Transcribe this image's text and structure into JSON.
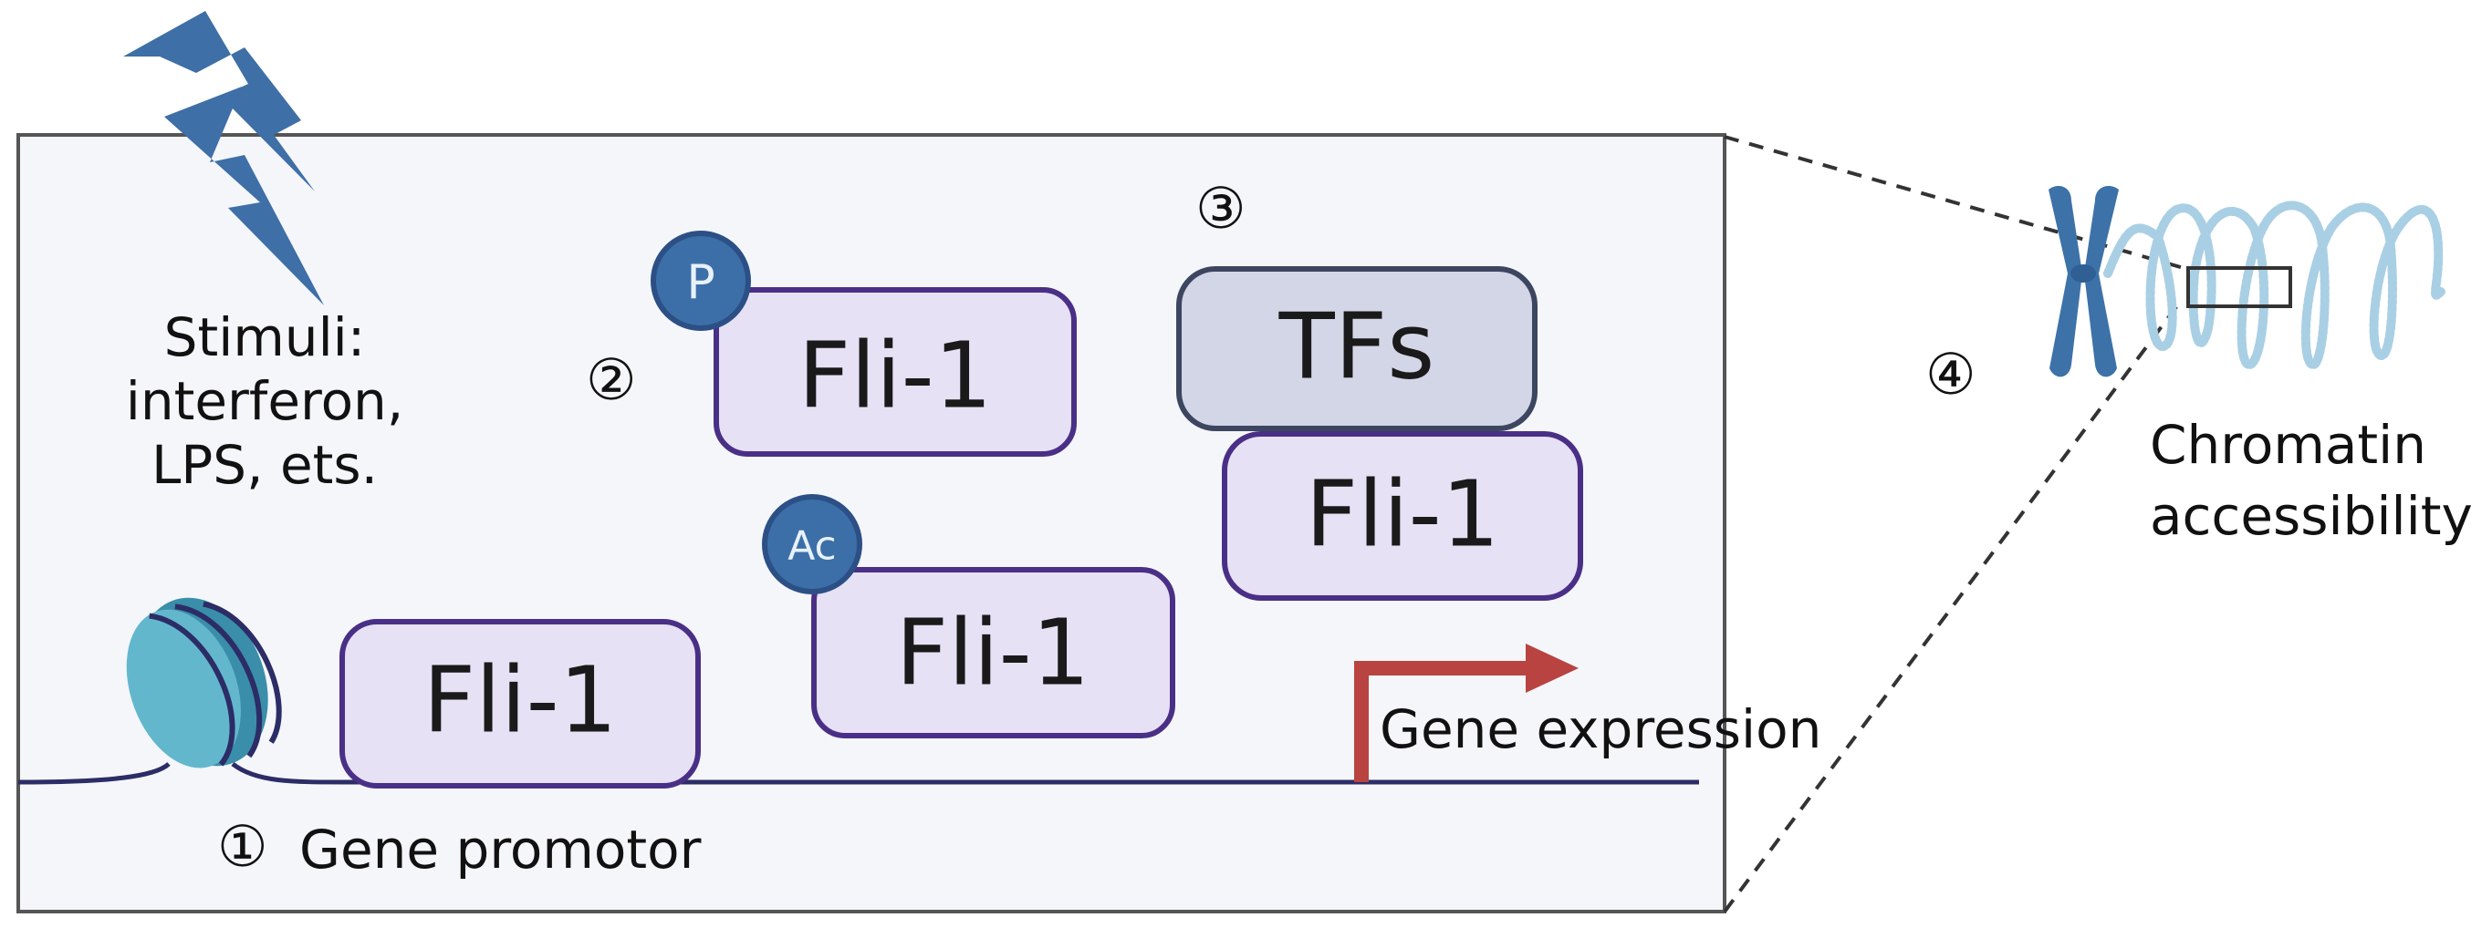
{
  "stimuli": {
    "lines": [
      "Stimuli:",
      "interferon,",
      "LPS, ets."
    ]
  },
  "markers": {
    "one": "①",
    "two": "②",
    "three": "③",
    "four": "④"
  },
  "boxes": {
    "fli1_promoter": "Fli-1",
    "fli1_phospho": "Fli-1",
    "fli1_acetyl": "Fli-1",
    "fli1_tf_complex": "Fli-1",
    "tfs": "TFs"
  },
  "badges": {
    "phospho": "P",
    "acetyl": "Ac"
  },
  "labels": {
    "gene_promotor": "Gene promotor",
    "gene_expression": "Gene expression",
    "chromatin_line1": "Chromatin",
    "chromatin_line2": "accessibility"
  },
  "colors": {
    "panel_fill": "#f4f6fa",
    "panel_stroke": "#555555",
    "fli_fill": "#e6e1f4",
    "fli_stroke": "#4a2f86",
    "tfs_fill": "#d3d6e6",
    "tfs_stroke": "#3d4660",
    "badge_fill": "#3c6fa8",
    "badge_stroke": "#2c4f86",
    "lightning": "#3e6fa6",
    "dna_line": "#2c2c66",
    "arrow": "#b84340",
    "nucleosome": "#4aa6bf",
    "chromosome": "#3d72a8"
  }
}
